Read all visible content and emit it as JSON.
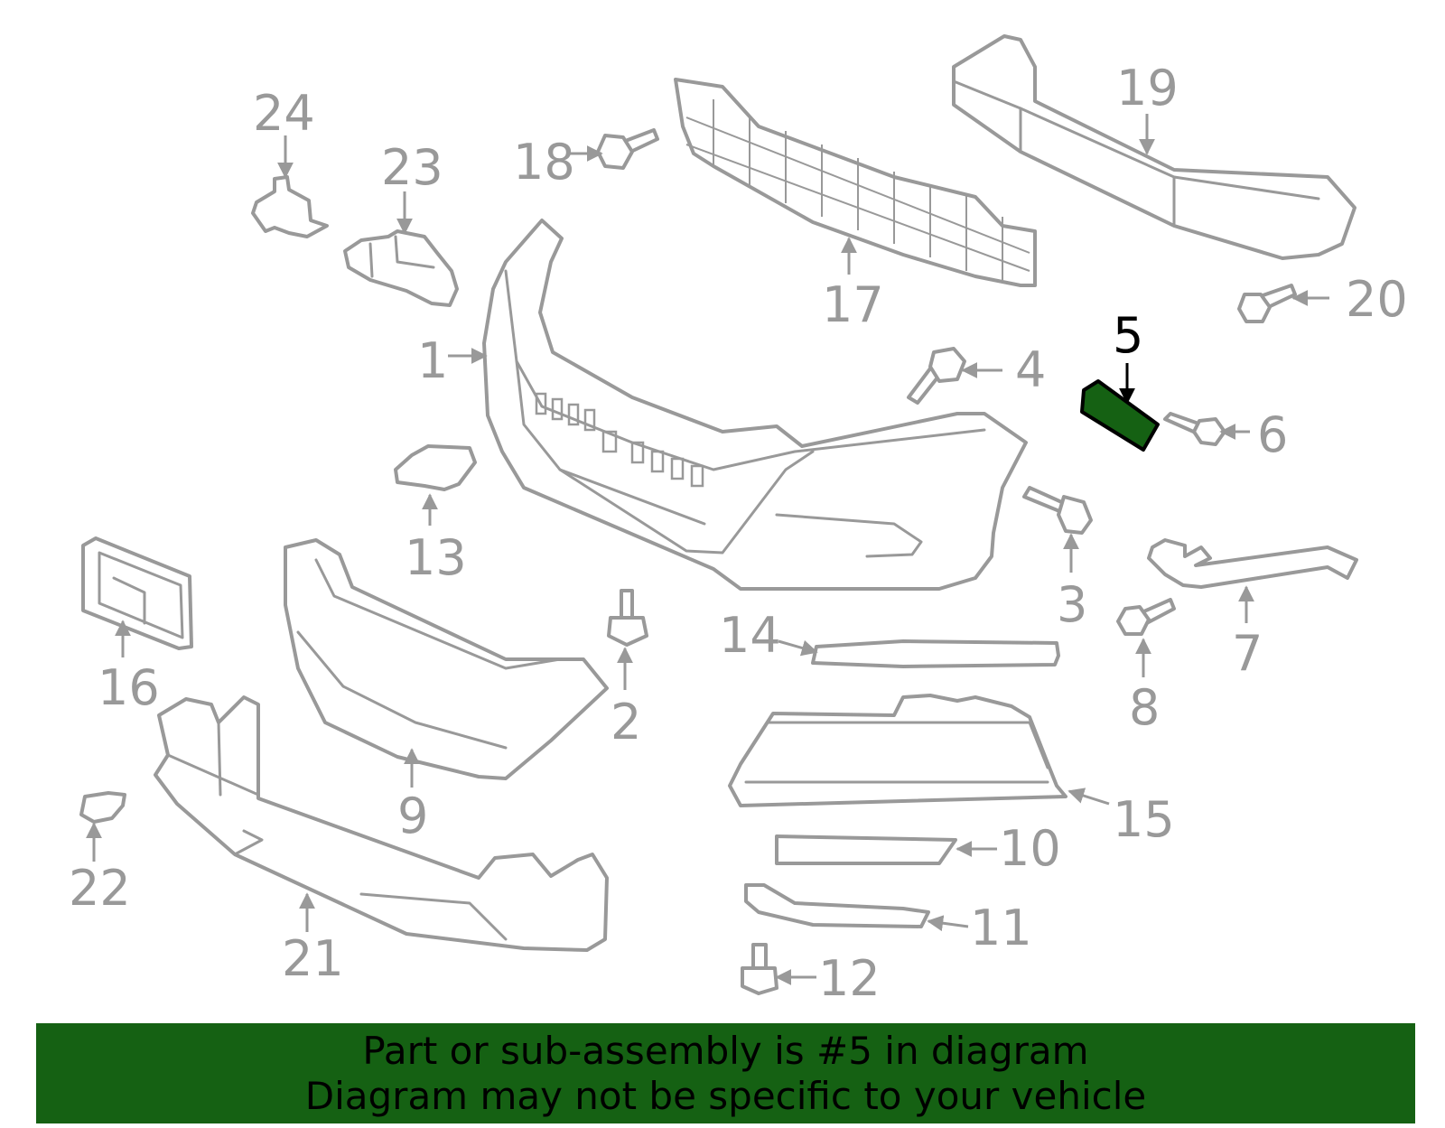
{
  "colors": {
    "part_stroke": "#999999",
    "highlight_fill": "#156113",
    "banner_bg": "#156113",
    "label_text": "#999999",
    "highlight_text": "#000000"
  },
  "highlighted_part": "5",
  "callouts": {
    "c1": "1",
    "c2": "2",
    "c3": "3",
    "c4": "4",
    "c5": "5",
    "c6": "6",
    "c7": "7",
    "c8": "8",
    "c9": "9",
    "c10": "10",
    "c11": "11",
    "c12": "12",
    "c13": "13",
    "c14": "14",
    "c15": "15",
    "c16": "16",
    "c17": "17",
    "c18": "18",
    "c19": "19",
    "c20": "20",
    "c21": "21",
    "c22": "22",
    "c23": "23",
    "c24": "24"
  },
  "banner": {
    "line1": "Part or sub-assembly is #5 in diagram",
    "line2": "Diagram may not be specific to your vehicle"
  }
}
